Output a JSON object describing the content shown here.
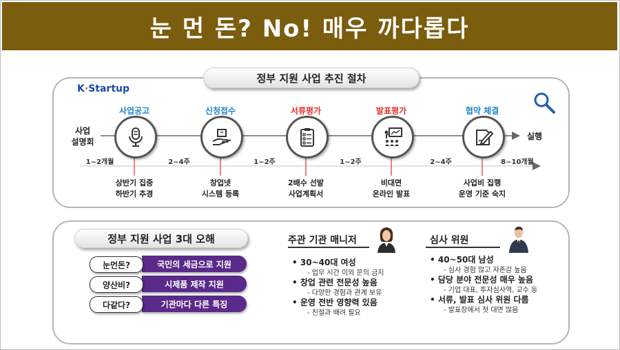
{
  "title": "눈 먼 돈? No!   매우 까다롭다",
  "process": {
    "header": "정부 지원 사업 추진 절차",
    "logo": {
      "k": "K",
      "rest": "Startup"
    },
    "start_label_1": "사업",
    "start_label_2": "설명회",
    "end_label": "실행",
    "stages": [
      {
        "label": "사업공고",
        "color": "#1f86c9",
        "icon": "microphone-icon",
        "note1": "상반기 집중",
        "note2": "하반기 추경"
      },
      {
        "label": "신청접수",
        "color": "#1f86c9",
        "icon": "hand-box-icon",
        "note1": "창업넷",
        "note2": "시스템 등록"
      },
      {
        "label": "서류평가",
        "color": "#e03028",
        "icon": "clipboard-icon",
        "note1": "2배수 선발",
        "note2": "사업계획서"
      },
      {
        "label": "발표평가",
        "color": "#e03028",
        "icon": "presentation-icon",
        "note1": "비대면",
        "note2": "온라인 발표"
      },
      {
        "label": "협약 체결",
        "color": "#1f86c9",
        "icon": "contract-pen-icon",
        "note1": "사업비 집행",
        "note2": "운영 기준 숙지"
      }
    ],
    "durations": [
      "1~2개월",
      "2~4주",
      "1~2주",
      "1~2주",
      "2~4주",
      "8~10개월"
    ]
  },
  "myths": {
    "header": "정부 지원 사업 3대 오해",
    "items": [
      {
        "q": "눈먼돈?",
        "a": "국민의 세금으로 지원"
      },
      {
        "q": "양산비?",
        "a": "시제품 제작 지원"
      },
      {
        "q": "다같다?",
        "a": "기관마다 다른 특징"
      }
    ]
  },
  "manager": {
    "title": "주관 기관  매니저",
    "points": [
      {
        "main": "30~40대 여성",
        "sub": "- 업무 시간 이외 문의 금지"
      },
      {
        "main": "창업 관련 전문성 높음",
        "sub": "- 다양한 경험과 관계 보유"
      },
      {
        "main": "운영 전반 영향력 있음",
        "sub": "- 친절과 배려 필요"
      }
    ]
  },
  "judge": {
    "title": "심사 위원",
    "points": [
      {
        "main": "40~50대 남성",
        "sub": "- 심사 경험 많고 자존감 높음"
      },
      {
        "main": "담당 분야 전문성 매우 높음",
        "sub": "- 기업 대표, 투자심사역, 교수 등"
      },
      {
        "main": "서류, 발표 심사 위원 다름",
        "sub": "- 발표장에서 첫 대면 많음"
      }
    ]
  }
}
